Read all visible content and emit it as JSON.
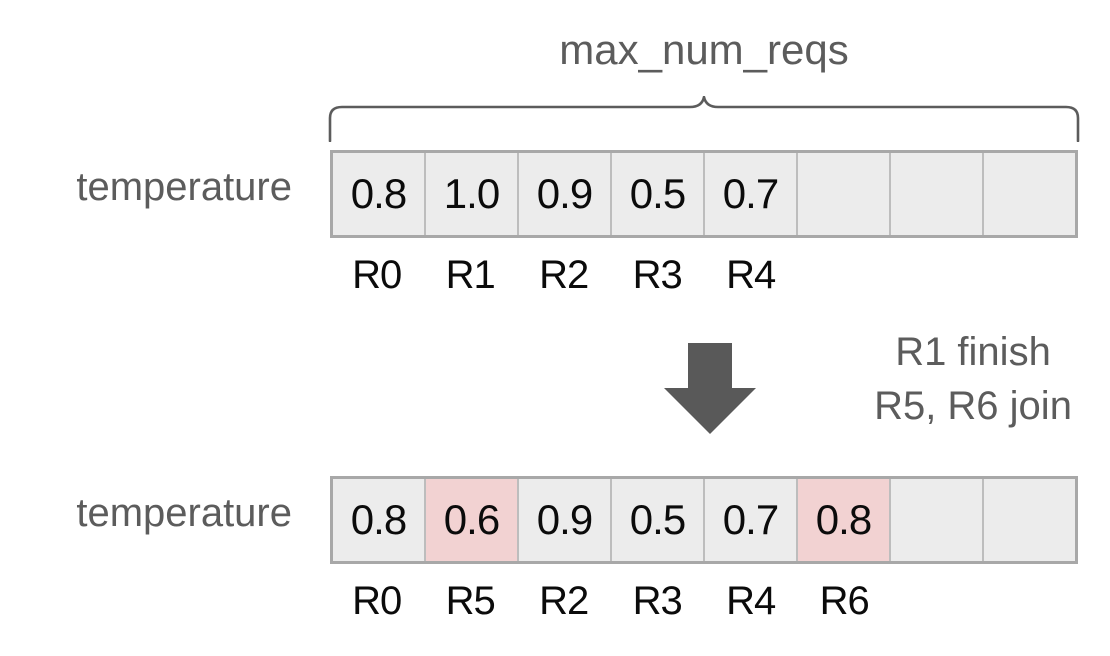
{
  "diagram": {
    "capacity_label": "max_num_reqs",
    "brace_icon": "curly-brace-icon",
    "arrow_icon": "down-arrow-icon",
    "colors": {
      "cell_fill": "#ececec",
      "cell_highlight": "#f2d2d2",
      "cell_border": "#a8a8a8",
      "cell_divider": "#bdbdbd",
      "label_text": "#5c5c5c",
      "value_text": "#0b0b0b",
      "arrow_fill": "#595959"
    },
    "transition_note": {
      "line1": "R1 finish",
      "line2": "R5, R6 join"
    },
    "rows": [
      {
        "label": "temperature",
        "slot_count": 8,
        "cells": [
          {
            "value": "0.8",
            "request": "R0",
            "highlight": false
          },
          {
            "value": "1.0",
            "request": "R1",
            "highlight": false
          },
          {
            "value": "0.9",
            "request": "R2",
            "highlight": false
          },
          {
            "value": "0.5",
            "request": "R3",
            "highlight": false
          },
          {
            "value": "0.7",
            "request": "R4",
            "highlight": false
          },
          {
            "value": "",
            "request": "",
            "highlight": false
          },
          {
            "value": "",
            "request": "",
            "highlight": false
          },
          {
            "value": "",
            "request": "",
            "highlight": false
          }
        ]
      },
      {
        "label": "temperature",
        "slot_count": 8,
        "cells": [
          {
            "value": "0.8",
            "request": "R0",
            "highlight": false
          },
          {
            "value": "0.6",
            "request": "R5",
            "highlight": true
          },
          {
            "value": "0.9",
            "request": "R2",
            "highlight": false
          },
          {
            "value": "0.5",
            "request": "R3",
            "highlight": false
          },
          {
            "value": "0.7",
            "request": "R4",
            "highlight": false
          },
          {
            "value": "0.8",
            "request": "R6",
            "highlight": true
          },
          {
            "value": "",
            "request": "",
            "highlight": false
          },
          {
            "value": "",
            "request": "",
            "highlight": false
          }
        ]
      }
    ]
  }
}
